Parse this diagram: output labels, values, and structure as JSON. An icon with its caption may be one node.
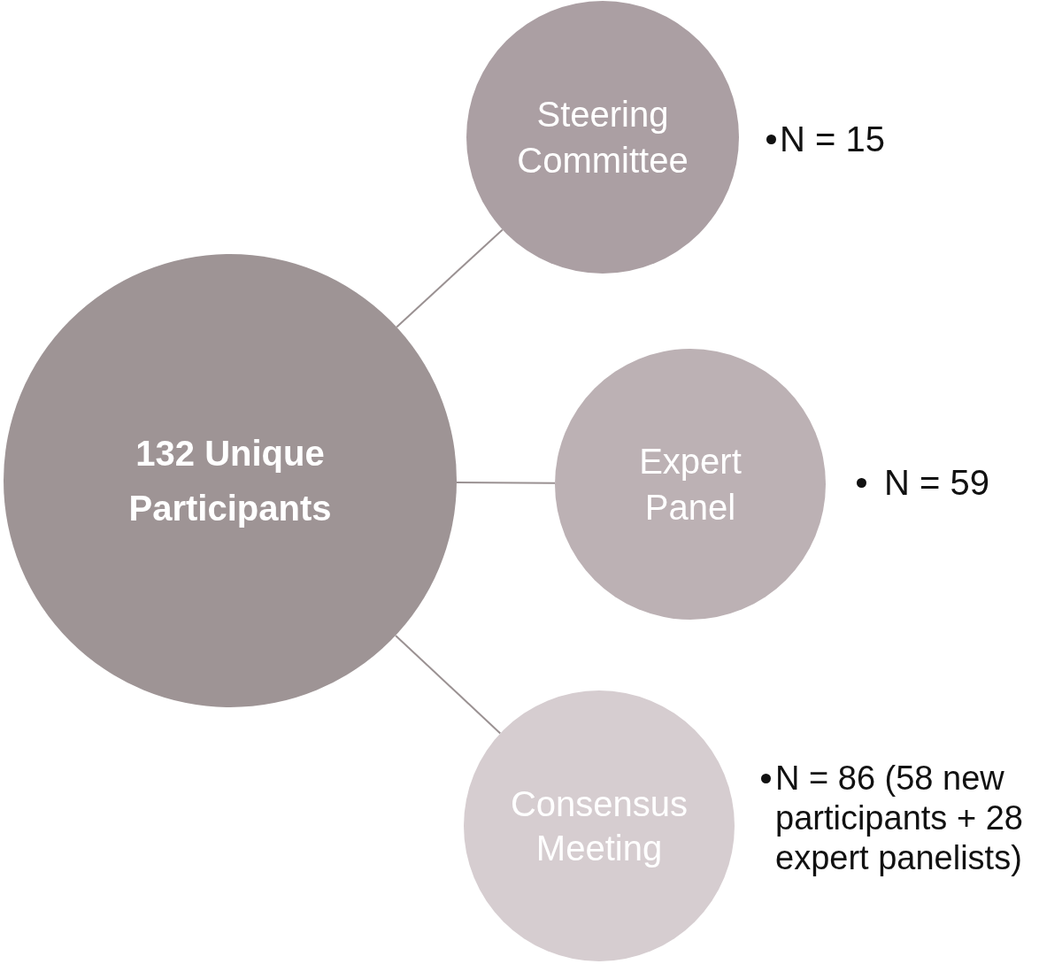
{
  "diagram": {
    "nodes": [
      {
        "text": [
          "132 Unique Participants"
        ]
      },
      {
        "text": [
          "Steering Committee"
        ],
        "beside": [
          "N = 15"
        ]
      },
      {
        "text": [
          "Expert Panel"
        ],
        "beside": [
          "N = 59"
        ]
      },
      {
        "text": [
          "Consensus Meeting"
        ],
        "beside": [
          "N = 86 (58 new participants + 28 expert panelists)"
        ]
      }
    ],
    "edges": [
      {
        "from": 0,
        "to": 1,
        "arrow": "none"
      },
      {
        "from": 0,
        "to": 2,
        "arrow": "none"
      },
      {
        "from": 0,
        "to": 3,
        "arrow": "none"
      }
    ]
  }
}
